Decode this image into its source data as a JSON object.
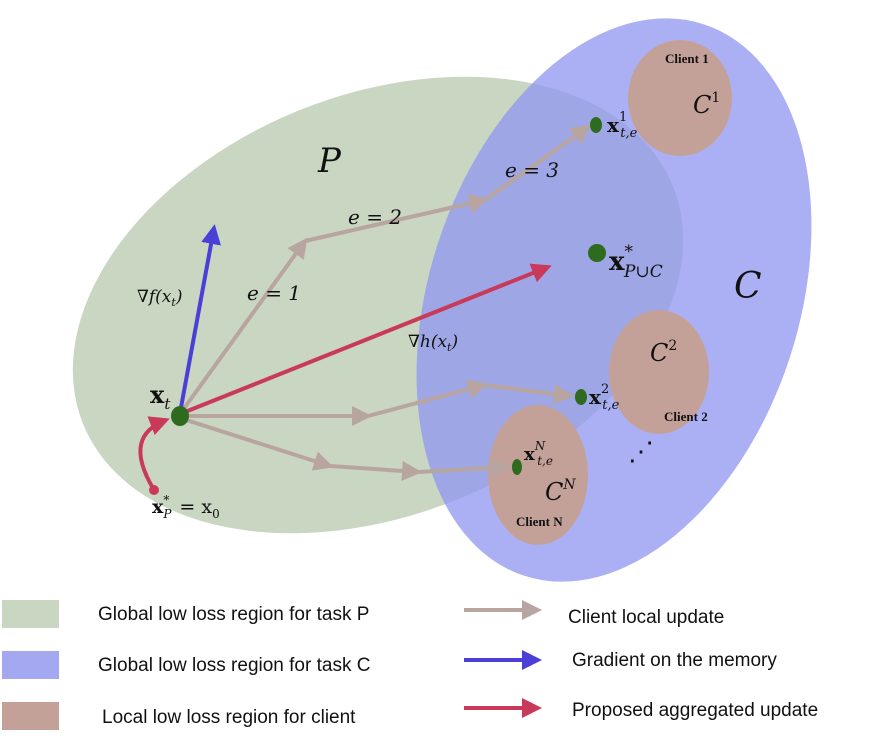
{
  "labels": {
    "set_p": "P",
    "set_c": "C",
    "xt": "x",
    "xt_sub": "t",
    "x_p_star": "x",
    "x_p_star_sub": "P",
    "x_p_star_sup": "*",
    "x_p_star_eq": "= x",
    "x_p_star_eq_sub": "0",
    "x_puc": "x",
    "x_puc_sup": "*",
    "x_puc_sub": "P∪C",
    "grad_f": "∇f(x",
    "grad_f_sub": "t",
    "grad_f_close": ")",
    "grad_h": "∇h(x",
    "grad_h_sub": "t",
    "grad_h_close": ")",
    "e1": "e = 1",
    "e2": "e = 2",
    "e3": "e = 3",
    "dots": "⋰",
    "client1": {
      "name": "Client 1",
      "set": "C",
      "set_sup": "1",
      "point": "x",
      "point_sup": "1",
      "point_sub": "t,e"
    },
    "client2": {
      "name": "Client 2",
      "set": "C",
      "set_sup": "2",
      "point": "x",
      "point_sup": "2",
      "point_sub": "t,e"
    },
    "clientN": {
      "name": "Client N",
      "set": "C",
      "set_sup": "N",
      "point": "x",
      "point_sup": "N",
      "point_sub": "t,e"
    }
  },
  "legend": {
    "region_p": "Global low loss region for task P",
    "region_c": "Global low loss region for task C",
    "region_client": "Local low loss region for client",
    "local_update": "Client local update",
    "gradient_memory": "Gradient on the memory",
    "aggregated_update": "Proposed aggregated update"
  },
  "colors": {
    "region_p": "#c9d6c2",
    "region_c": "#a3a8f0",
    "region_client": "#c4a198",
    "local_update": "#b8a5a0",
    "gradient": "#4a3fd6",
    "aggregated": "#c9395a",
    "point": "#2e6b1e"
  }
}
